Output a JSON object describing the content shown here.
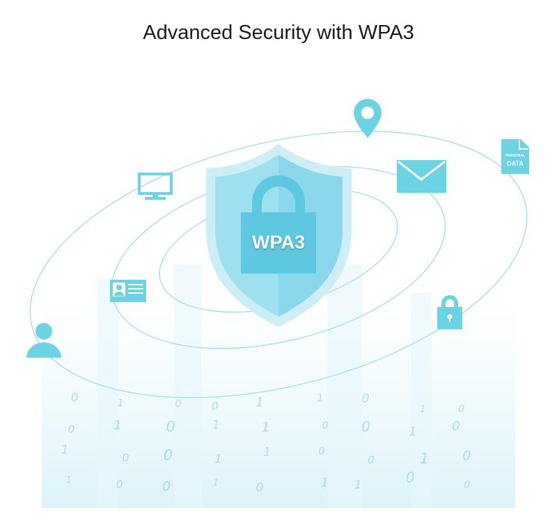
{
  "title": "Advanced Security with WPA3",
  "shield": {
    "label": "WPA3"
  },
  "document": {
    "label_small": "PERSONAL",
    "label_big": "DATA"
  },
  "colors": {
    "icon": "#6cd3e3",
    "shield_outer": "#cdeef5",
    "shield_inner": "#8fdcec",
    "lock": "#5ec8e0",
    "orbit": "#9fdbe6"
  },
  "binary_digits": "0 1 0 0 1 1 0 1 0 0 1 0 1 1 0 0 1 0 1 0 0 1 1 0 0 1 0 1 0 0 1 0 1 1 0 0"
}
